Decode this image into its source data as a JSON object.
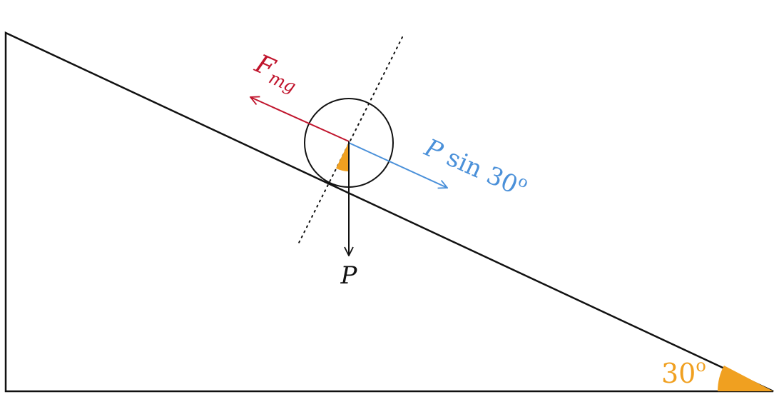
{
  "colors": {
    "ink": "#111111",
    "friction": "#c0142c",
    "component": "#4a90d9",
    "angle": "#f0a020"
  },
  "labels": {
    "friction": {
      "main": "F",
      "sub": "mg"
    },
    "component": {
      "main": "P",
      "rest": " sin 30",
      "sup": "o"
    },
    "weight": {
      "main": "P"
    },
    "incline_angle": {
      "value": "30",
      "sup": "o"
    }
  }
}
